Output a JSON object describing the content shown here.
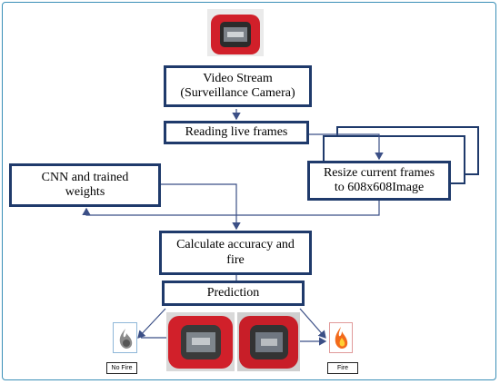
{
  "nodes": {
    "video_stream": "Video Stream\n(Surveillance Camera)",
    "reading_frames": "Reading live frames",
    "resize_frames": "Resize current frames\nto 608x608Image",
    "cnn_weights": "CNN and trained\nweights",
    "calculate": "Calculate accuracy and\nfire",
    "prediction": "Prediction"
  },
  "outputs": {
    "no_fire": "No Fire",
    "fire": "Fire"
  },
  "colors": {
    "box_border": "#1f3a6b",
    "arrow": "#3b4f86",
    "frame": "#3a8fb7",
    "camera_red": "#d1202a"
  }
}
